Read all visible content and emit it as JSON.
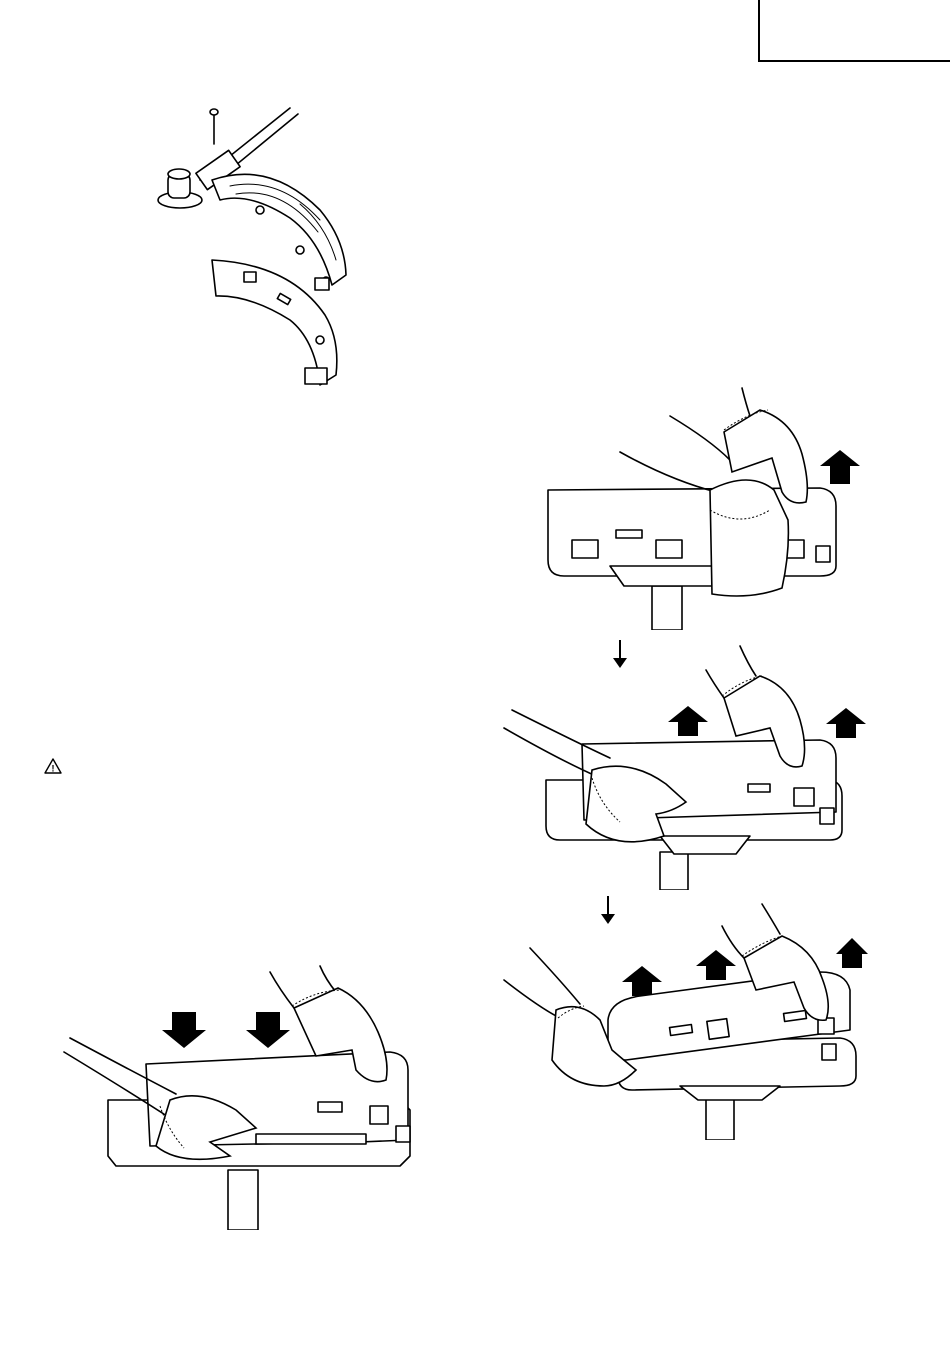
{
  "page": {
    "language_tab": "",
    "warning_symbol": "!"
  },
  "figures": [
    {
      "id": "guard-assembly",
      "icon": "guard-exploded-view"
    },
    {
      "id": "guard-fit-step",
      "icon": "hands-press-cover"
    },
    {
      "id": "guard-remove-step-1",
      "icon": "hands-lift-cover"
    },
    {
      "id": "guard-remove-step-2",
      "icon": "hands-lift-cover"
    },
    {
      "id": "guard-remove-step-3",
      "icon": "hands-lift-cover"
    }
  ]
}
